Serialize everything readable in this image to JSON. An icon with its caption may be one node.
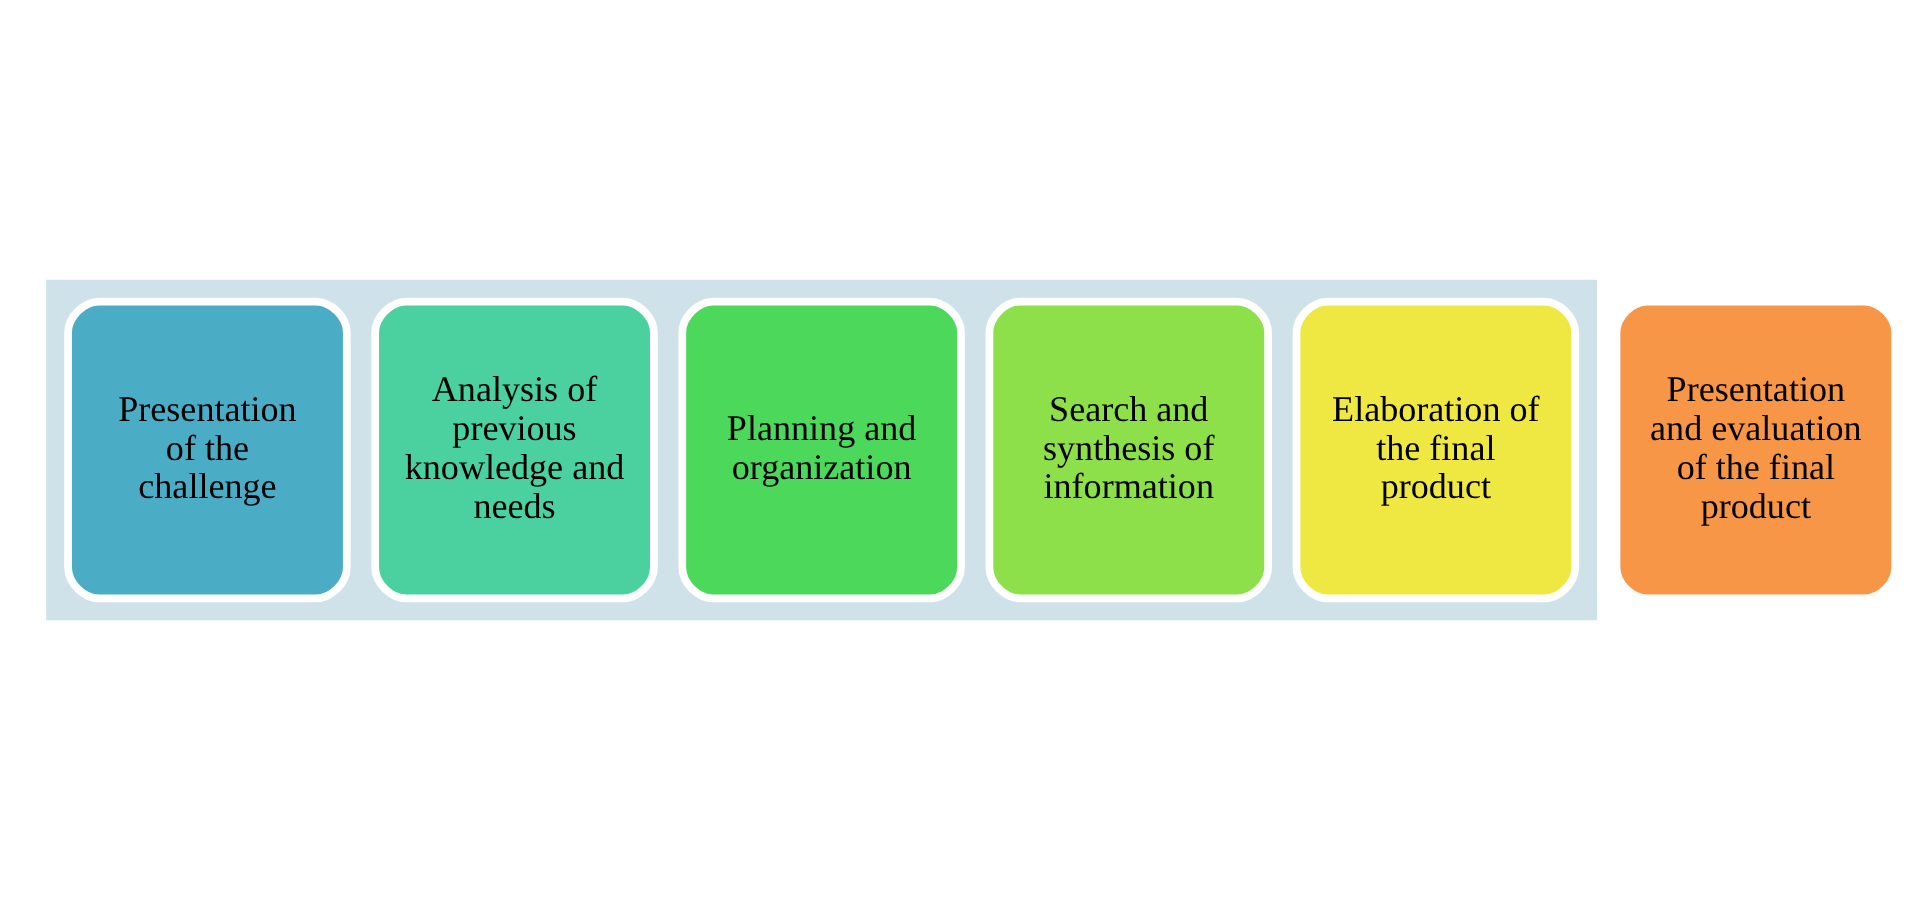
{
  "diagram": {
    "nodes": [
      {
        "text": [],
        "shape": "arrow"
      },
      {
        "text": [
          "Presentation of the challenge"
        ],
        "in": 0
      },
      {
        "text": [
          "Analysis of previous knowledge and needs"
        ],
        "in": 0
      },
      {
        "text": [
          "Planning and organization"
        ],
        "in": 0
      },
      {
        "text": [
          "Search and synthesis of information"
        ],
        "in": 0
      },
      {
        "text": [
          "Elaboration of the final product"
        ],
        "in": 0
      },
      {
        "text": [
          "Presentation and evaluation of the final product"
        ]
      }
    ]
  }
}
